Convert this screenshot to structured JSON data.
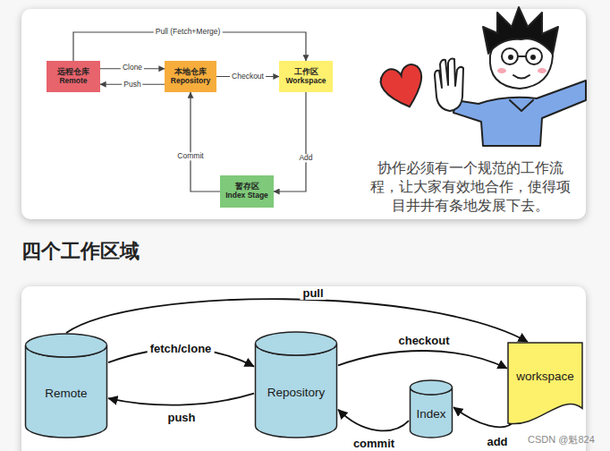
{
  "diagram": {
    "title": "四个工作区域",
    "nodes": [
      {
        "text": [
          "远程仓库 Remote"
        ]
      },
      {
        "text": [
          "本地仓库 Repository"
        ]
      },
      {
        "text": [
          "工作区 Workspace"
        ]
      },
      {
        "text": [
          "暂存区 Index Stage"
        ]
      },
      {
        "text": [
          "Remote"
        ]
      },
      {
        "text": [
          "Repository"
        ]
      },
      {
        "text": [
          "Index"
        ]
      },
      {
        "text": [
          "workspace"
        ]
      }
    ],
    "edges": [
      {
        "from": 0,
        "to": 2,
        "label": "Pull (Fetch+Merge)",
        "arrow": "to"
      },
      {
        "from": 0,
        "to": 1,
        "label": "Clone",
        "arrow": "to"
      },
      {
        "from": 1,
        "to": 0,
        "label": "Push",
        "arrow": "to"
      },
      {
        "from": 1,
        "to": 2,
        "label": "Checkout",
        "arrow": "to"
      },
      {
        "from": 2,
        "to": 3,
        "label": "Add",
        "arrow": "to"
      },
      {
        "from": 3,
        "to": 1,
        "label": "Commit",
        "arrow": "to"
      },
      {
        "from": 4,
        "to": 7,
        "label": "pull",
        "arrow": "to"
      },
      {
        "from": 4,
        "to": 5,
        "label": "fetch/clone",
        "arrow": "to"
      },
      {
        "from": 5,
        "to": 4,
        "label": "push",
        "arrow": "to"
      },
      {
        "from": 5,
        "to": 7,
        "label": "checkout",
        "arrow": "to"
      },
      {
        "from": 6,
        "to": 5,
        "label": "commit",
        "arrow": "to"
      },
      {
        "from": 7,
        "to": 6,
        "label": "add",
        "arrow": "to"
      }
    ],
    "labels": [
      "协作必须有一个规范的工作流程，让大家有效地合作，使得项目井井有条地发展下去。",
      "CSDN @魁824"
    ]
  }
}
